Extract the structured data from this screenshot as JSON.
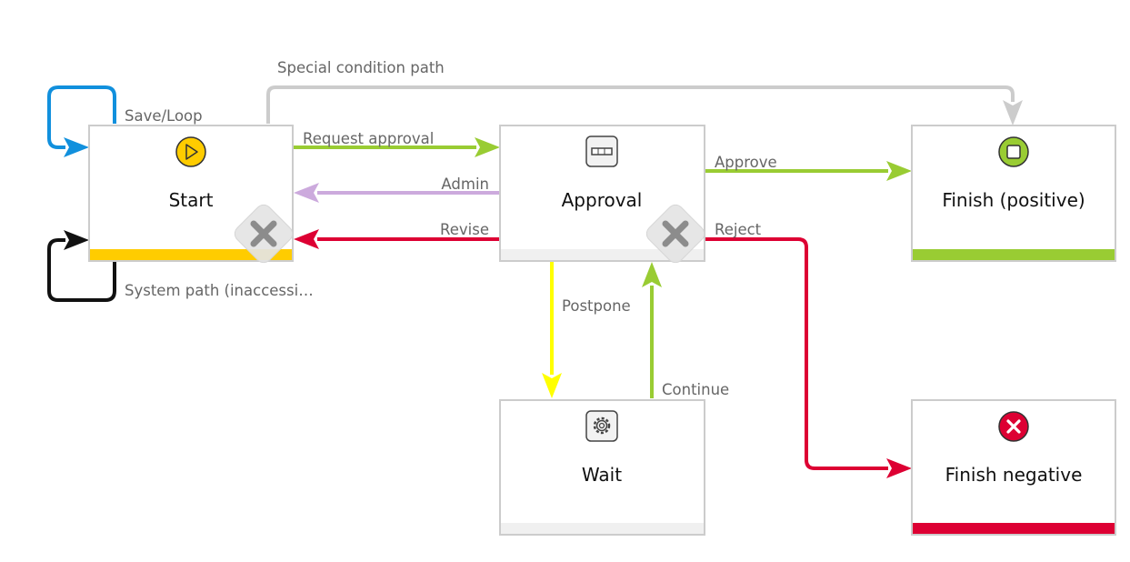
{
  "workflow": {
    "states": {
      "start": {
        "label": "Start",
        "icon": "play-icon",
        "bar_color": "#ffcc00"
      },
      "approval": {
        "label": "Approval",
        "icon": "form-field-icon",
        "bar_color": "#f0f0f0"
      },
      "wait": {
        "label": "Wait",
        "icon": "gear-icon",
        "bar_color": "#f0f0f0"
      },
      "finish_positive": {
        "label": "Finish (positive)",
        "icon": "stop-icon",
        "bar_color": "#99cc33"
      },
      "finish_negative": {
        "label": "Finish negative",
        "icon": "close-circle-icon",
        "bar_color": "#dd0033"
      }
    },
    "transitions": {
      "save_loop": {
        "label": "Save/Loop",
        "color": "#1190dd"
      },
      "system_path": {
        "label": "System path (inaccessi…",
        "color": "#111111"
      },
      "special_condition": {
        "label": "Special condition path",
        "color": "#cccccc"
      },
      "request_approval": {
        "label": "Request approval",
        "color": "#99cc33"
      },
      "admin": {
        "label": "Admin",
        "color": "#ccaadd"
      },
      "revise": {
        "label": "Revise",
        "color": "#dd0033"
      },
      "approve": {
        "label": "Approve",
        "color": "#99cc33"
      },
      "reject": {
        "label": "Reject",
        "color": "#dd0033"
      },
      "postpone": {
        "label": "Postpone",
        "color": "#ffff00"
      },
      "continue": {
        "label": "Continue",
        "color": "#99cc33"
      }
    },
    "delete_button_icon": "close-icon"
  }
}
